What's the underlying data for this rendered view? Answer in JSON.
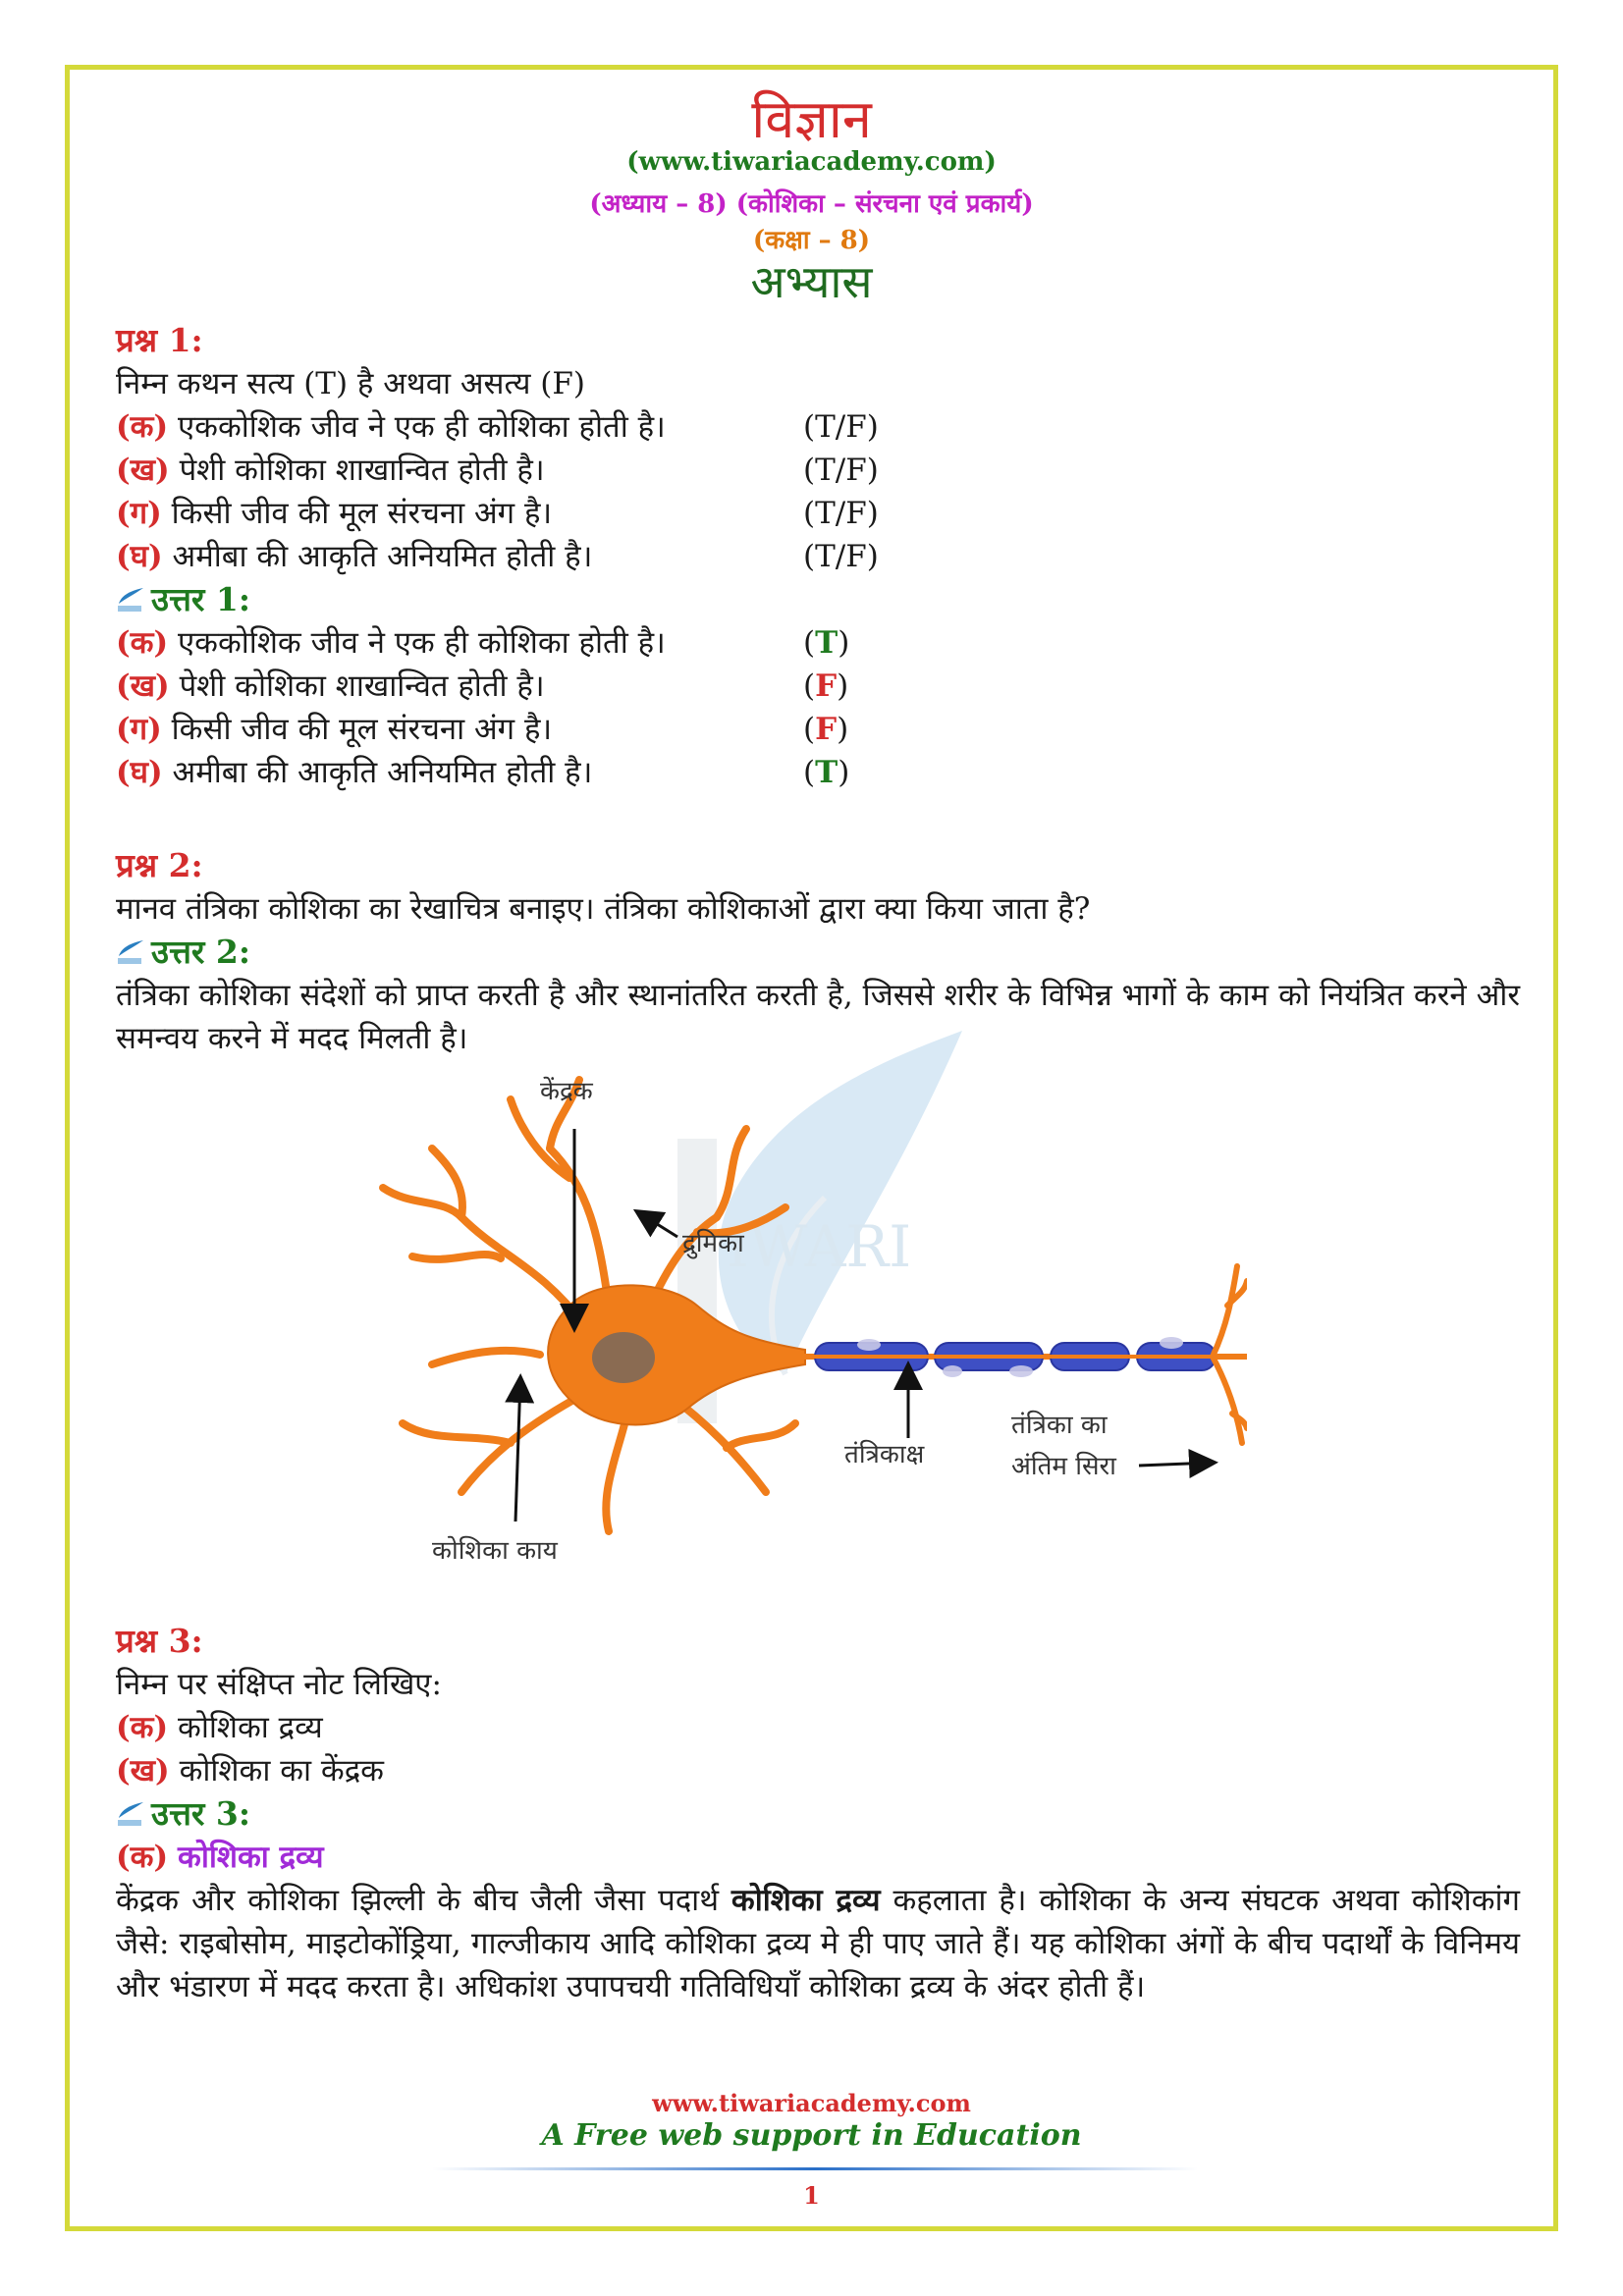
{
  "header": {
    "title": "विज्ञान",
    "site": "(www.tiwariacademy.com)",
    "chapter": "(अध्याय – 8) (कोशिका – संरचना एवं प्रकार्य)",
    "class": "(कक्षा – 8)",
    "exercise": "अभ्यास"
  },
  "q1": {
    "heading": "प्रश्न 1:",
    "prompt": "निम्न कथन सत्य (T) है अथवा असत्य (F)",
    "items": [
      {
        "marker": "(क)",
        "text": "एककोशिक जीव ने एक ही कोशिका होती है।",
        "options": "(T/F)",
        "answer": "T"
      },
      {
        "marker": "(ख)",
        "text": "पेशी कोशिका शाखान्वित होती है।",
        "options": "(T/F)",
        "answer": "F"
      },
      {
        "marker": "(ग)",
        "text": "किसी जीव की मूल संरचना अंग है।",
        "options": "(T/F)",
        "answer": "F"
      },
      {
        "marker": "(घ)",
        "text": "अमीबा की आकृति अनियमित होती है।",
        "options": "(T/F)",
        "answer": "T"
      }
    ],
    "answer_heading": "उत्तर 1:"
  },
  "q2": {
    "heading": "प्रश्न 2:",
    "prompt": "मानव तंत्रिका कोशिका का रेखाचित्र बनाइए। तंत्रिका कोशिकाओं द्वारा क्या किया जाता है?",
    "answer_heading": "उत्तर 2:",
    "answer_text": "तंत्रिका कोशिका संदेशों को प्राप्त करती है और स्थानांतरित करती है, जिससे शरीर के विभिन्न भागों के काम को नियंत्रित करने और समन्वय करने में मदद मिलती है।",
    "diagram": {
      "nucleus": "केंद्रक",
      "dendrite": "द्रुमिका",
      "axon": "तंत्रिकाक्ष",
      "nerve_ending_1": "तंत्रिका का",
      "nerve_ending_2": "अंतिम सिरा",
      "cell_body": "कोशिका काय",
      "watermark": "IWARI"
    }
  },
  "q3": {
    "heading": "प्रश्न 3:",
    "prompt": "निम्न पर संक्षिप्त नोट लिखिए:",
    "items": [
      {
        "marker": "(क)",
        "text": "कोशिका द्रव्य"
      },
      {
        "marker": "(ख)",
        "text": "कोशिका का केंद्रक"
      }
    ],
    "answer_heading": "उत्तर 3:",
    "sub_heading_marker": "(क)",
    "sub_heading": "कोशिका द्रव्य",
    "para_pre": "केंद्रक और कोशिका झिल्ली के बीच जैली जैसा पदार्थ ",
    "para_bold": "कोशिका द्रव्य",
    "para_post": " कहलाता है। कोशिका के अन्य संघटक अथवा कोशिकांग जैसे: राइबोसोम, माइटोकोंड्रिया, गाल्जीकाय आदि कोशिका द्रव्य मे ही पाए जाते हैं। यह कोशिका अंगों के बीच पदार्थों के विनिमय और भंडारण में मदद करता है। अधिकांश उपापचयी गतिविधियाँ कोशिका द्रव्य के अंदर होती हैं।"
  },
  "footer": {
    "site": "www.tiwariacademy.com",
    "tagline": "A Free web support in Education",
    "page": "1"
  }
}
